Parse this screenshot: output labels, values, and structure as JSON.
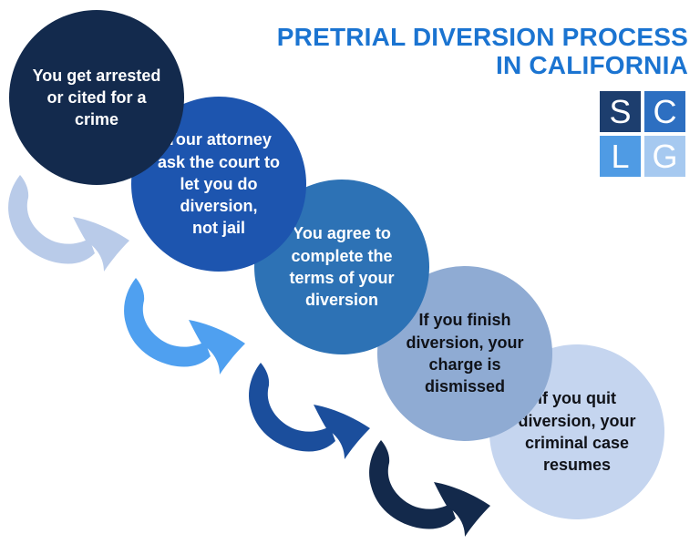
{
  "background": "#ffffff",
  "title": {
    "text": "PRETRIAL DIVERSION PROCESS\nIN CALIFORNIA",
    "color": "#1b74d1"
  },
  "logo": {
    "name": "SCLG",
    "tiles": [
      {
        "letter": "S",
        "bg": "#1d3e6e"
      },
      {
        "letter": "C",
        "bg": "#2d6fc1"
      },
      {
        "letter": "L",
        "bg": "#4f9be4"
      },
      {
        "letter": "G",
        "bg": "#a6c9f0"
      }
    ]
  },
  "steps": [
    {
      "text": "You get arrested\nor cited for a\ncrime",
      "bg": "#132a4d",
      "text_color": "#ffffff"
    },
    {
      "text": "Your attorney\nask the court to\nlet you do\ndiversion,\nnot jail",
      "bg": "#1d55af",
      "text_color": "#ffffff"
    },
    {
      "text": "You agree to\ncomplete the\nterms of your\ndiversion",
      "bg": "#2d72b5",
      "text_color": "#ffffff"
    },
    {
      "text": "If you finish\ndiversion, your\ncharge is\ndismissed",
      "bg": "#8fabd3",
      "text_color": "#101218"
    },
    {
      "text": "If you quit\ndiversion, your\ncriminal case\nresumes",
      "bg": "#c5d5ef",
      "text_color": "#101218"
    }
  ],
  "arrows": [
    {
      "color": "#b9cbe9"
    },
    {
      "color": "#4fa0f0"
    },
    {
      "color": "#1b4e9c"
    },
    {
      "color": "#13294b"
    }
  ]
}
